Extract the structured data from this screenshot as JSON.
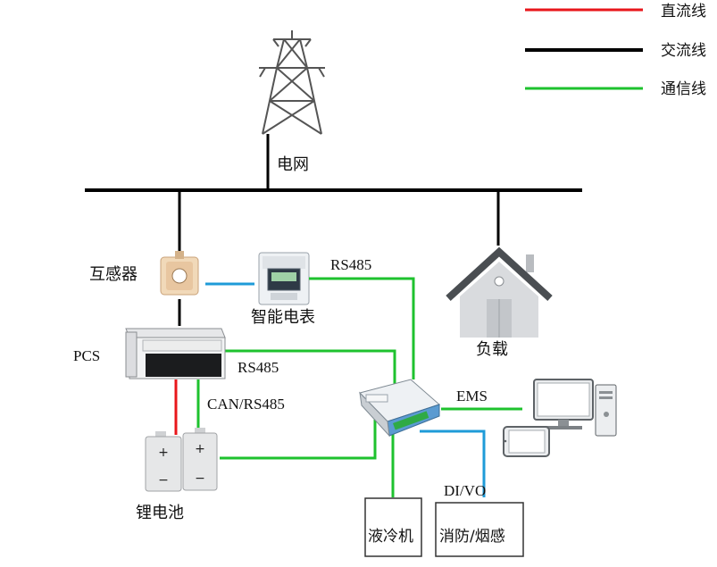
{
  "legend": [
    {
      "label": "直流线",
      "color": "#e8161b"
    },
    {
      "label": "交流线",
      "color": "#000000"
    },
    {
      "label": "通信线",
      "color": "#1ec22e"
    }
  ],
  "colors": {
    "dc": "#e8161b",
    "ac": "#000000",
    "comm": "#1ec22e",
    "rs_link": "#1f9bd8"
  },
  "labels": {
    "grid": "电网",
    "transformer": "互感器",
    "meter": "智能电表",
    "rs485_meter": "RS485",
    "load": "负载",
    "pcs": "PCS",
    "rs485_pcs": "RS485",
    "can_rs485": "CAN/RS485",
    "ems": "EMS",
    "battery": "锂电池",
    "divo": "DI/VO",
    "chiller": "液冷机",
    "fire": "消防/烟感"
  }
}
